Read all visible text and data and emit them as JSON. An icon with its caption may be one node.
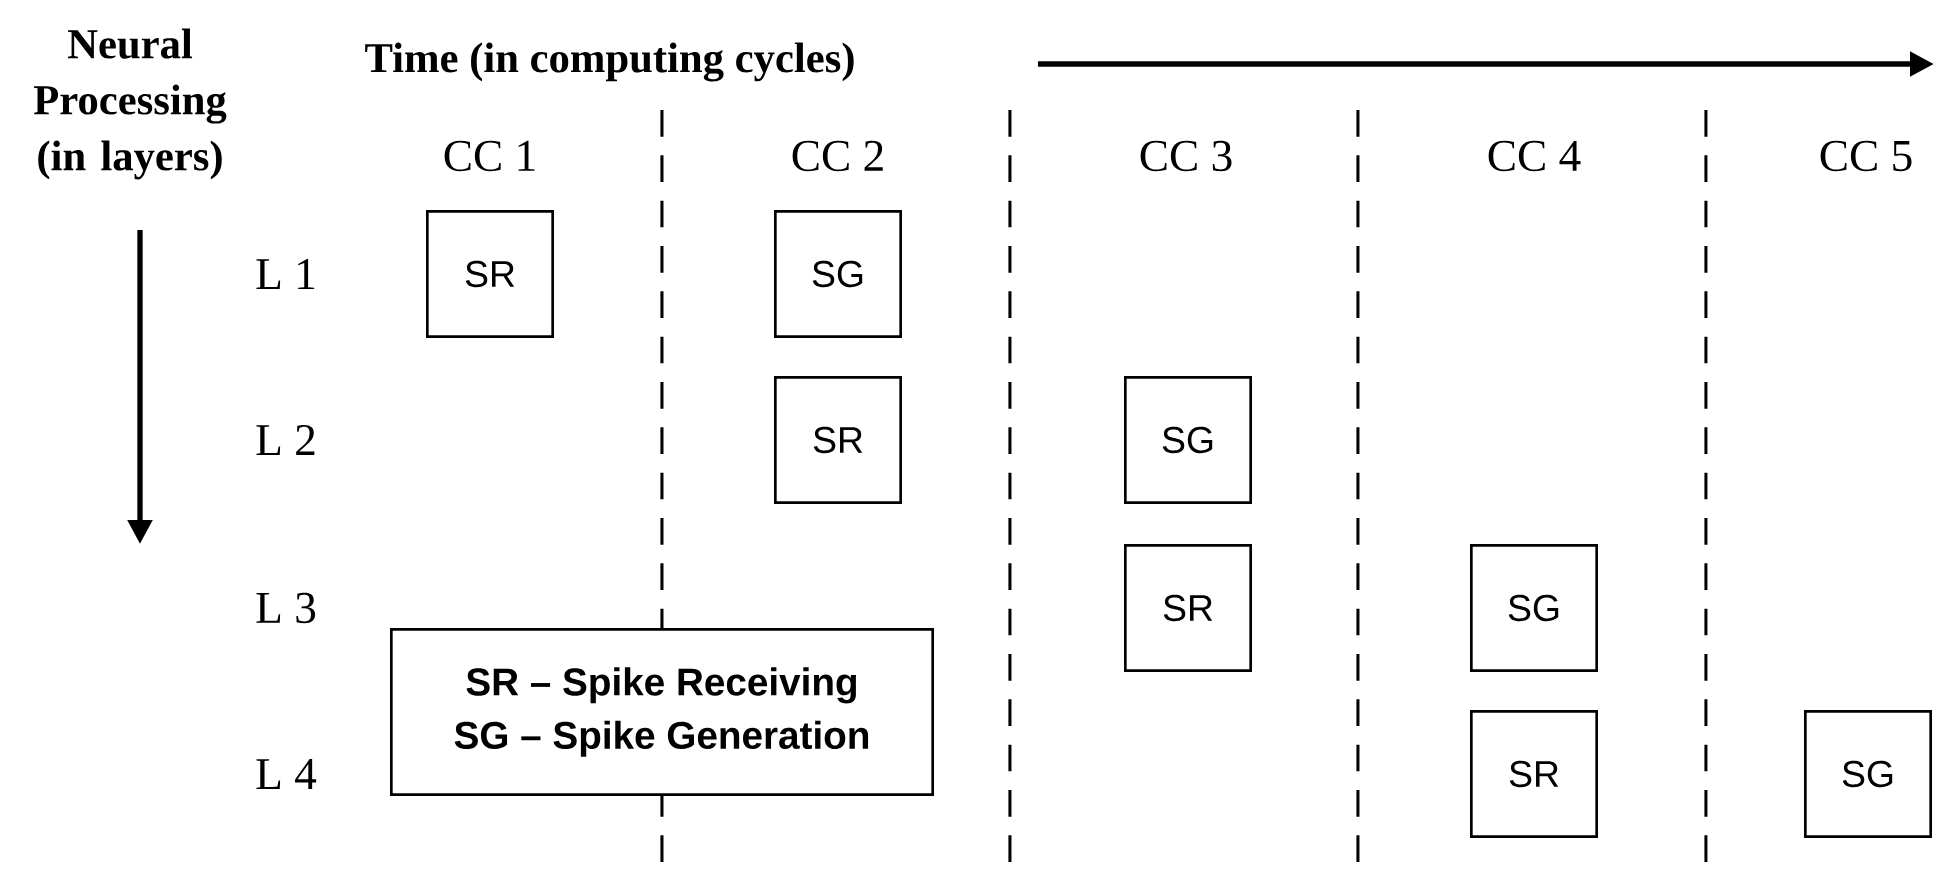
{
  "diagram": {
    "nodes": [
      {
        "text": [
          "SR"
        ]
      },
      {
        "text": [
          "SG"
        ]
      },
      {
        "text": [
          "SR"
        ]
      },
      {
        "text": [
          "SG"
        ]
      },
      {
        "text": [
          "SR"
        ]
      },
      {
        "text": [
          "SG"
        ]
      },
      {
        "text": [
          "SR"
        ]
      },
      {
        "text": [
          "SG"
        ]
      },
      {
        "text": [
          "SR – Spike Receiving",
          "SG – Spike Generation"
        ]
      }
    ],
    "labels": [
      "Neural Processing (in layers)",
      "Time (in computing cycles)",
      "CC 1",
      "CC 2",
      "CC 3",
      "CC 4",
      "CC 5",
      "L 1",
      "L 2",
      "L 3",
      "L 4"
    ]
  }
}
